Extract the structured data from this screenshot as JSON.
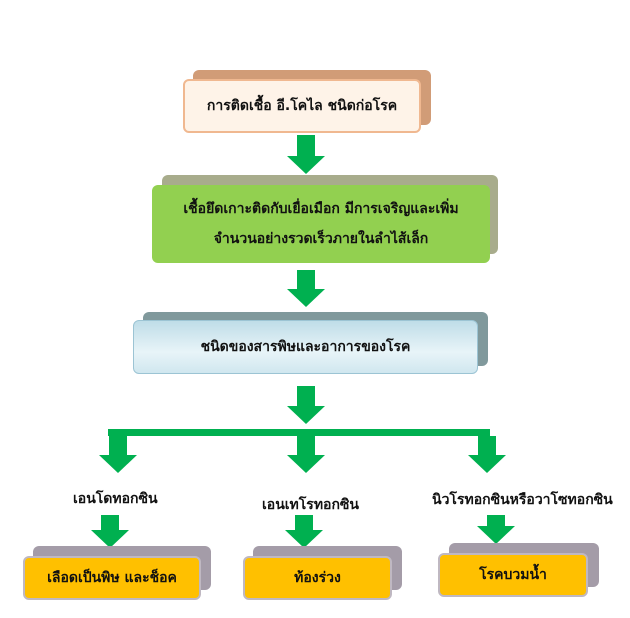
{
  "step1": "การติดเชื้อ อี.โคไล ชนิดก่อโรค",
  "step2": {
    "line1": "เชื้อยึดเกาะติดกับเยื่อเมือก  มีการเจริญและเพิ่ม",
    "line2": "จำนวนอย่างรวดเร็วภายในลำไส้เล็ก"
  },
  "step3": "ชนิดของสารพิษและอาการของโรค",
  "toxins": [
    {
      "name": "เอนโดทอกซิน",
      "effect": "เลือดเป็นพิษ และช็อค"
    },
    {
      "name": "เอนเทโรทอกซิน",
      "effect": "ท้องร่วง"
    },
    {
      "name": "นิวโรทอกซินหรือวาโซทอกซิน",
      "effect": "โรคบวมน้ำ"
    }
  ],
  "colors": {
    "arrow": "#00b050",
    "box1_fill": "#fef3e8",
    "box1_border": "#f0b890",
    "box1_shadow": "#d19c77",
    "box2_fill": "#92d050",
    "box2_shadow": "#a8ac8c",
    "box3_fill": "#d6ebf2",
    "box3_shadow": "#80999c",
    "effect_fill": "#ffc000",
    "effect_shadow": "#a49ca8"
  }
}
